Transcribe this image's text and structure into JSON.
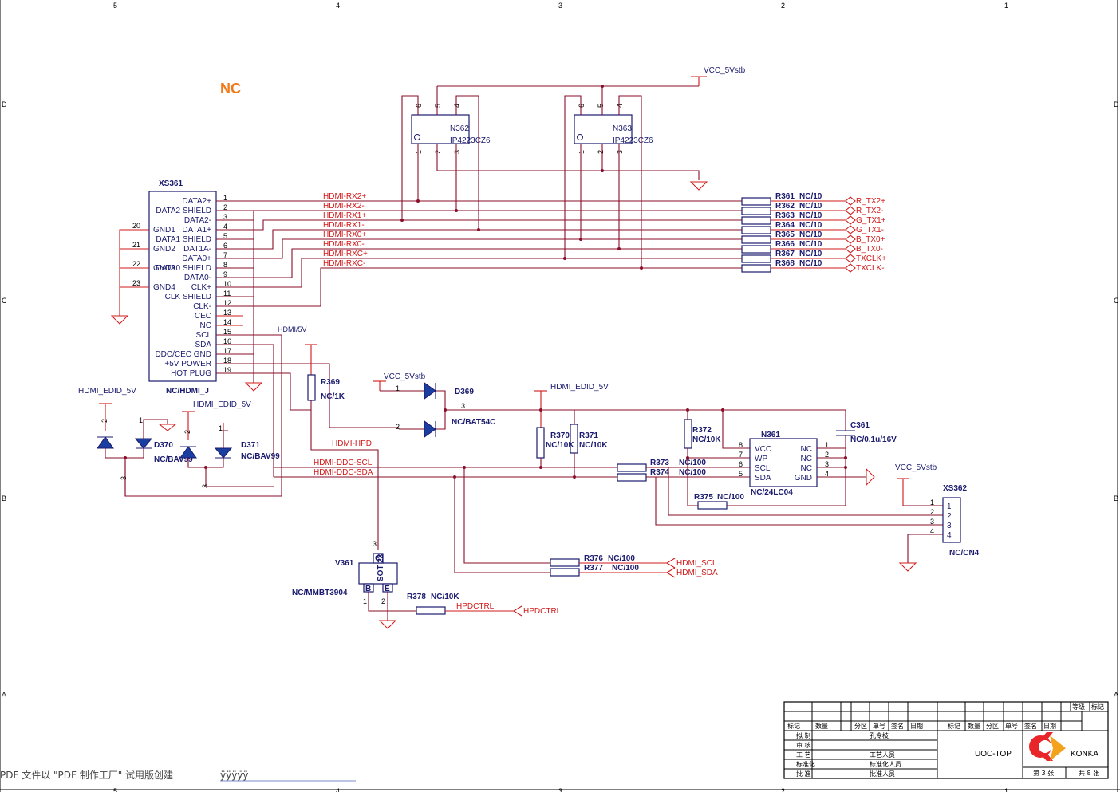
{
  "frame": {
    "columns_top": [
      "5",
      "4",
      "3",
      "2",
      "1"
    ],
    "columns_bottom": [
      "5",
      "4",
      "3",
      "2",
      "1"
    ],
    "rows_left": [
      "D",
      "C",
      "B",
      "A"
    ],
    "rows_right": [
      "D",
      "C",
      "B",
      "A"
    ]
  },
  "header_label": "NC",
  "power": {
    "vcc5_top": "VCC_5Vstb",
    "vcc5_d369": "VCC_5Vstb",
    "vcc5_xs362": "VCC_5Vstb",
    "hdmi_5v": "HDMI/5V",
    "edid_5v_a": "HDMI_EDID_5V",
    "edid_5v_b": "HDMI_EDID_5V",
    "edid_5v_c": "HDMI_EDID_5V"
  },
  "connector": {
    "ref": "XS361",
    "part": "NC/HDMI_J",
    "pins": [
      {
        "n": "1",
        "name": "DATA2+"
      },
      {
        "n": "2",
        "name": "DATA2 SHIELD"
      },
      {
        "n": "3",
        "name": "DATA2-"
      },
      {
        "n": "4",
        "name": "DATA1+"
      },
      {
        "n": "5",
        "name": "DATA1 SHIELD"
      },
      {
        "n": "6",
        "name": "DAT1A-"
      },
      {
        "n": "7",
        "name": "DATA0+"
      },
      {
        "n": "8",
        "name": "DATA0 SHIELD"
      },
      {
        "n": "9",
        "name": "DATA0-"
      },
      {
        "n": "10",
        "name": "CLK+"
      },
      {
        "n": "11",
        "name": "CLK SHIELD"
      },
      {
        "n": "12",
        "name": "CLK-"
      },
      {
        "n": "13",
        "name": "CEC"
      },
      {
        "n": "14",
        "name": "NC"
      },
      {
        "n": "15",
        "name": "SCL"
      },
      {
        "n": "16",
        "name": "SDA"
      },
      {
        "n": "17",
        "name": "DDC/CEC GND"
      },
      {
        "n": "18",
        "name": "+5V POWER"
      },
      {
        "n": "19",
        "name": "HOT PLUG"
      }
    ],
    "gnd_pins": [
      {
        "n": "20",
        "name": "GND1"
      },
      {
        "n": "21",
        "name": "GND2"
      },
      {
        "n": "22",
        "name": "GND3"
      },
      {
        "n": "23",
        "name": "GND4"
      }
    ]
  },
  "nets": [
    "HDMI-RX2+",
    "HDMI-RX2-",
    "HDMI-RX1+",
    "HDMI-RX1-",
    "HDMI-RX0+",
    "HDMI-RX0-",
    "HDMI-RXC+",
    "HDMI-RXC-"
  ],
  "series_resistors": [
    {
      "ref": "R361",
      "val": "NC/10",
      "out": "R_TX2+"
    },
    {
      "ref": "R362",
      "val": "NC/10",
      "out": "R_TX2-"
    },
    {
      "ref": "R363",
      "val": "NC/10",
      "out": "G_TX1+"
    },
    {
      "ref": "R364",
      "val": "NC/10",
      "out": "G_TX1-"
    },
    {
      "ref": "R365",
      "val": "NC/10",
      "out": "B_TX0+"
    },
    {
      "ref": "R366",
      "val": "NC/10",
      "out": "B_TX0-"
    },
    {
      "ref": "R367",
      "val": "NC/10",
      "out": "TXCLK+"
    },
    {
      "ref": "R368",
      "val": "NC/10",
      "out": "TXCLK-"
    }
  ],
  "esd": [
    {
      "ref": "N362",
      "part": "IP4223CZ6",
      "pins_top": [
        "6",
        "5",
        "4"
      ],
      "pins_bottom": [
        "1",
        "2",
        "3"
      ]
    },
    {
      "ref": "N363",
      "part": "IP4223CZ6",
      "pins_top": [
        "6",
        "5",
        "4"
      ],
      "pins_bottom": [
        "1",
        "2",
        "3"
      ]
    }
  ],
  "parts": {
    "r369": {
      "ref": "R369",
      "val": "NC/1K"
    },
    "d369": {
      "ref": "D369",
      "val": "NC/BAT54C",
      "p1": "1",
      "p2": "2",
      "p3": "3"
    },
    "d370": {
      "ref": "D370",
      "val": "NC/BAV99",
      "p1": "1",
      "p2": "2",
      "p3": "3"
    },
    "d371": {
      "ref": "D371",
      "val": "NC/BAV99",
      "p1": "1",
      "p2": "2",
      "p3": "3"
    },
    "r370": {
      "ref": "R370",
      "val": "NC/10K"
    },
    "r371": {
      "ref": "R371",
      "val": "NC/10K"
    },
    "r372": {
      "ref": "R372",
      "val": "NC/10K"
    },
    "r373": {
      "ref": "R373",
      "val": "NC/100"
    },
    "r374": {
      "ref": "R374",
      "val": "NC/100"
    },
    "r375": {
      "ref": "R375",
      "val": "NC/100"
    },
    "r376": {
      "ref": "R376",
      "val": "NC/100"
    },
    "r377": {
      "ref": "R377",
      "val": "NC/100"
    },
    "r378": {
      "ref": "R378",
      "val": "NC/10K"
    },
    "c361": {
      "ref": "C361",
      "val": "NC/0.1u/16V"
    },
    "n361": {
      "ref": "N361",
      "part": "NC/24LC04",
      "left": [
        "VCC",
        "WP",
        "SCL",
        "SDA"
      ],
      "left_n": [
        "8",
        "7",
        "6",
        "5"
      ],
      "right": [
        "NC",
        "NC",
        "NC",
        "GND"
      ],
      "right_n": [
        "1",
        "2",
        "3",
        "4"
      ]
    },
    "v361": {
      "ref": "V361",
      "part": "NC/MMBT3904",
      "pkg": "SOT 23",
      "c": "C",
      "b": "B",
      "e": "E",
      "n1": "1",
      "n2": "2",
      "n3": "3"
    },
    "xs362": {
      "ref": "XS362",
      "part": "NC/CN4",
      "pins": [
        "1",
        "2",
        "3",
        "4"
      ]
    }
  },
  "net_labels": {
    "hpd": "HDMI-HPD",
    "ddc_scl": "HDMI-DDC-SCL",
    "ddc_sda": "HDMI-DDC-SDA",
    "hdmi_scl": "HDMI_SCL",
    "hdmi_sda": "HDMI_SDA",
    "hpdctrl_net": "HPDCTRL",
    "hpdctrl_port": "HPDCTRL"
  },
  "title_block": {
    "grade_label": "等级",
    "mark_label": "标记",
    "header_left": [
      "标记",
      "数量",
      "分区",
      "单号",
      "签名",
      "日期"
    ],
    "header_right": [
      "标记",
      "数量",
      "分区",
      "单号",
      "签名",
      "日期"
    ],
    "rows": [
      {
        "role": "拟 制",
        "name": "孔令枝"
      },
      {
        "role": "审 核",
        "name": ""
      },
      {
        "role": "工 艺",
        "name": "工艺人员"
      },
      {
        "role": "标准化",
        "name": "标准化人员"
      },
      {
        "role": "批 准",
        "name": "批准人员"
      }
    ],
    "drawing": "UOC-TOP",
    "company": "KONKA",
    "sheet": "第 3 张",
    "total": "共 8 张",
    "brand_color": "#e8262a",
    "brand_accent": "#f2a31b"
  },
  "watermark": "PDF 文件以 \"PDF 制作工厂\" 试用版创建",
  "watermark_tail": "ÿÿÿÿÿ"
}
